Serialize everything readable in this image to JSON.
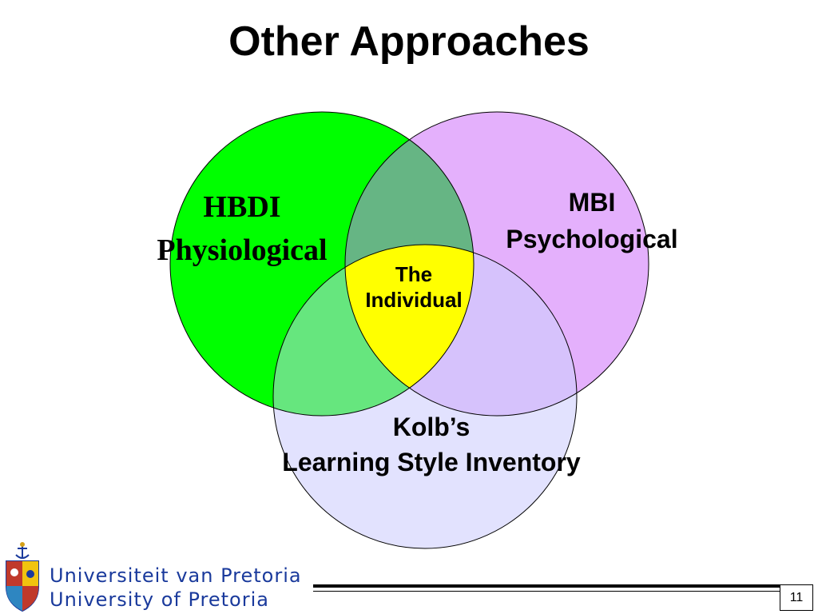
{
  "slide": {
    "title": "Other Approaches",
    "page_number": "11"
  },
  "venn": {
    "circles": [
      {
        "id": "hbdi",
        "line1": "HBDI",
        "line2": "Physiological",
        "fill": "#00ff00"
      },
      {
        "id": "mbi",
        "line1": "MBI",
        "line2": "Psychological",
        "fill": "#e4b0fc"
      },
      {
        "id": "kolb",
        "line1": "Kolb’s",
        "line2": "Learning Style Inventory",
        "fill": "#e2e2fe"
      }
    ],
    "intersection": {
      "line1": "The",
      "line2": "Individual",
      "fill": "#ffff00"
    },
    "overlap_colors": {
      "hbdi_mbi": "#66b584",
      "hbdi_kolb": "#66e67e",
      "mbi_kolb": "#d6c2fc"
    }
  },
  "footer": {
    "university_af": "Universiteit van Pretoria",
    "university_en": "University of Pretoria",
    "logo": "university-crest-icon",
    "text_color": "#1a3a9c"
  }
}
